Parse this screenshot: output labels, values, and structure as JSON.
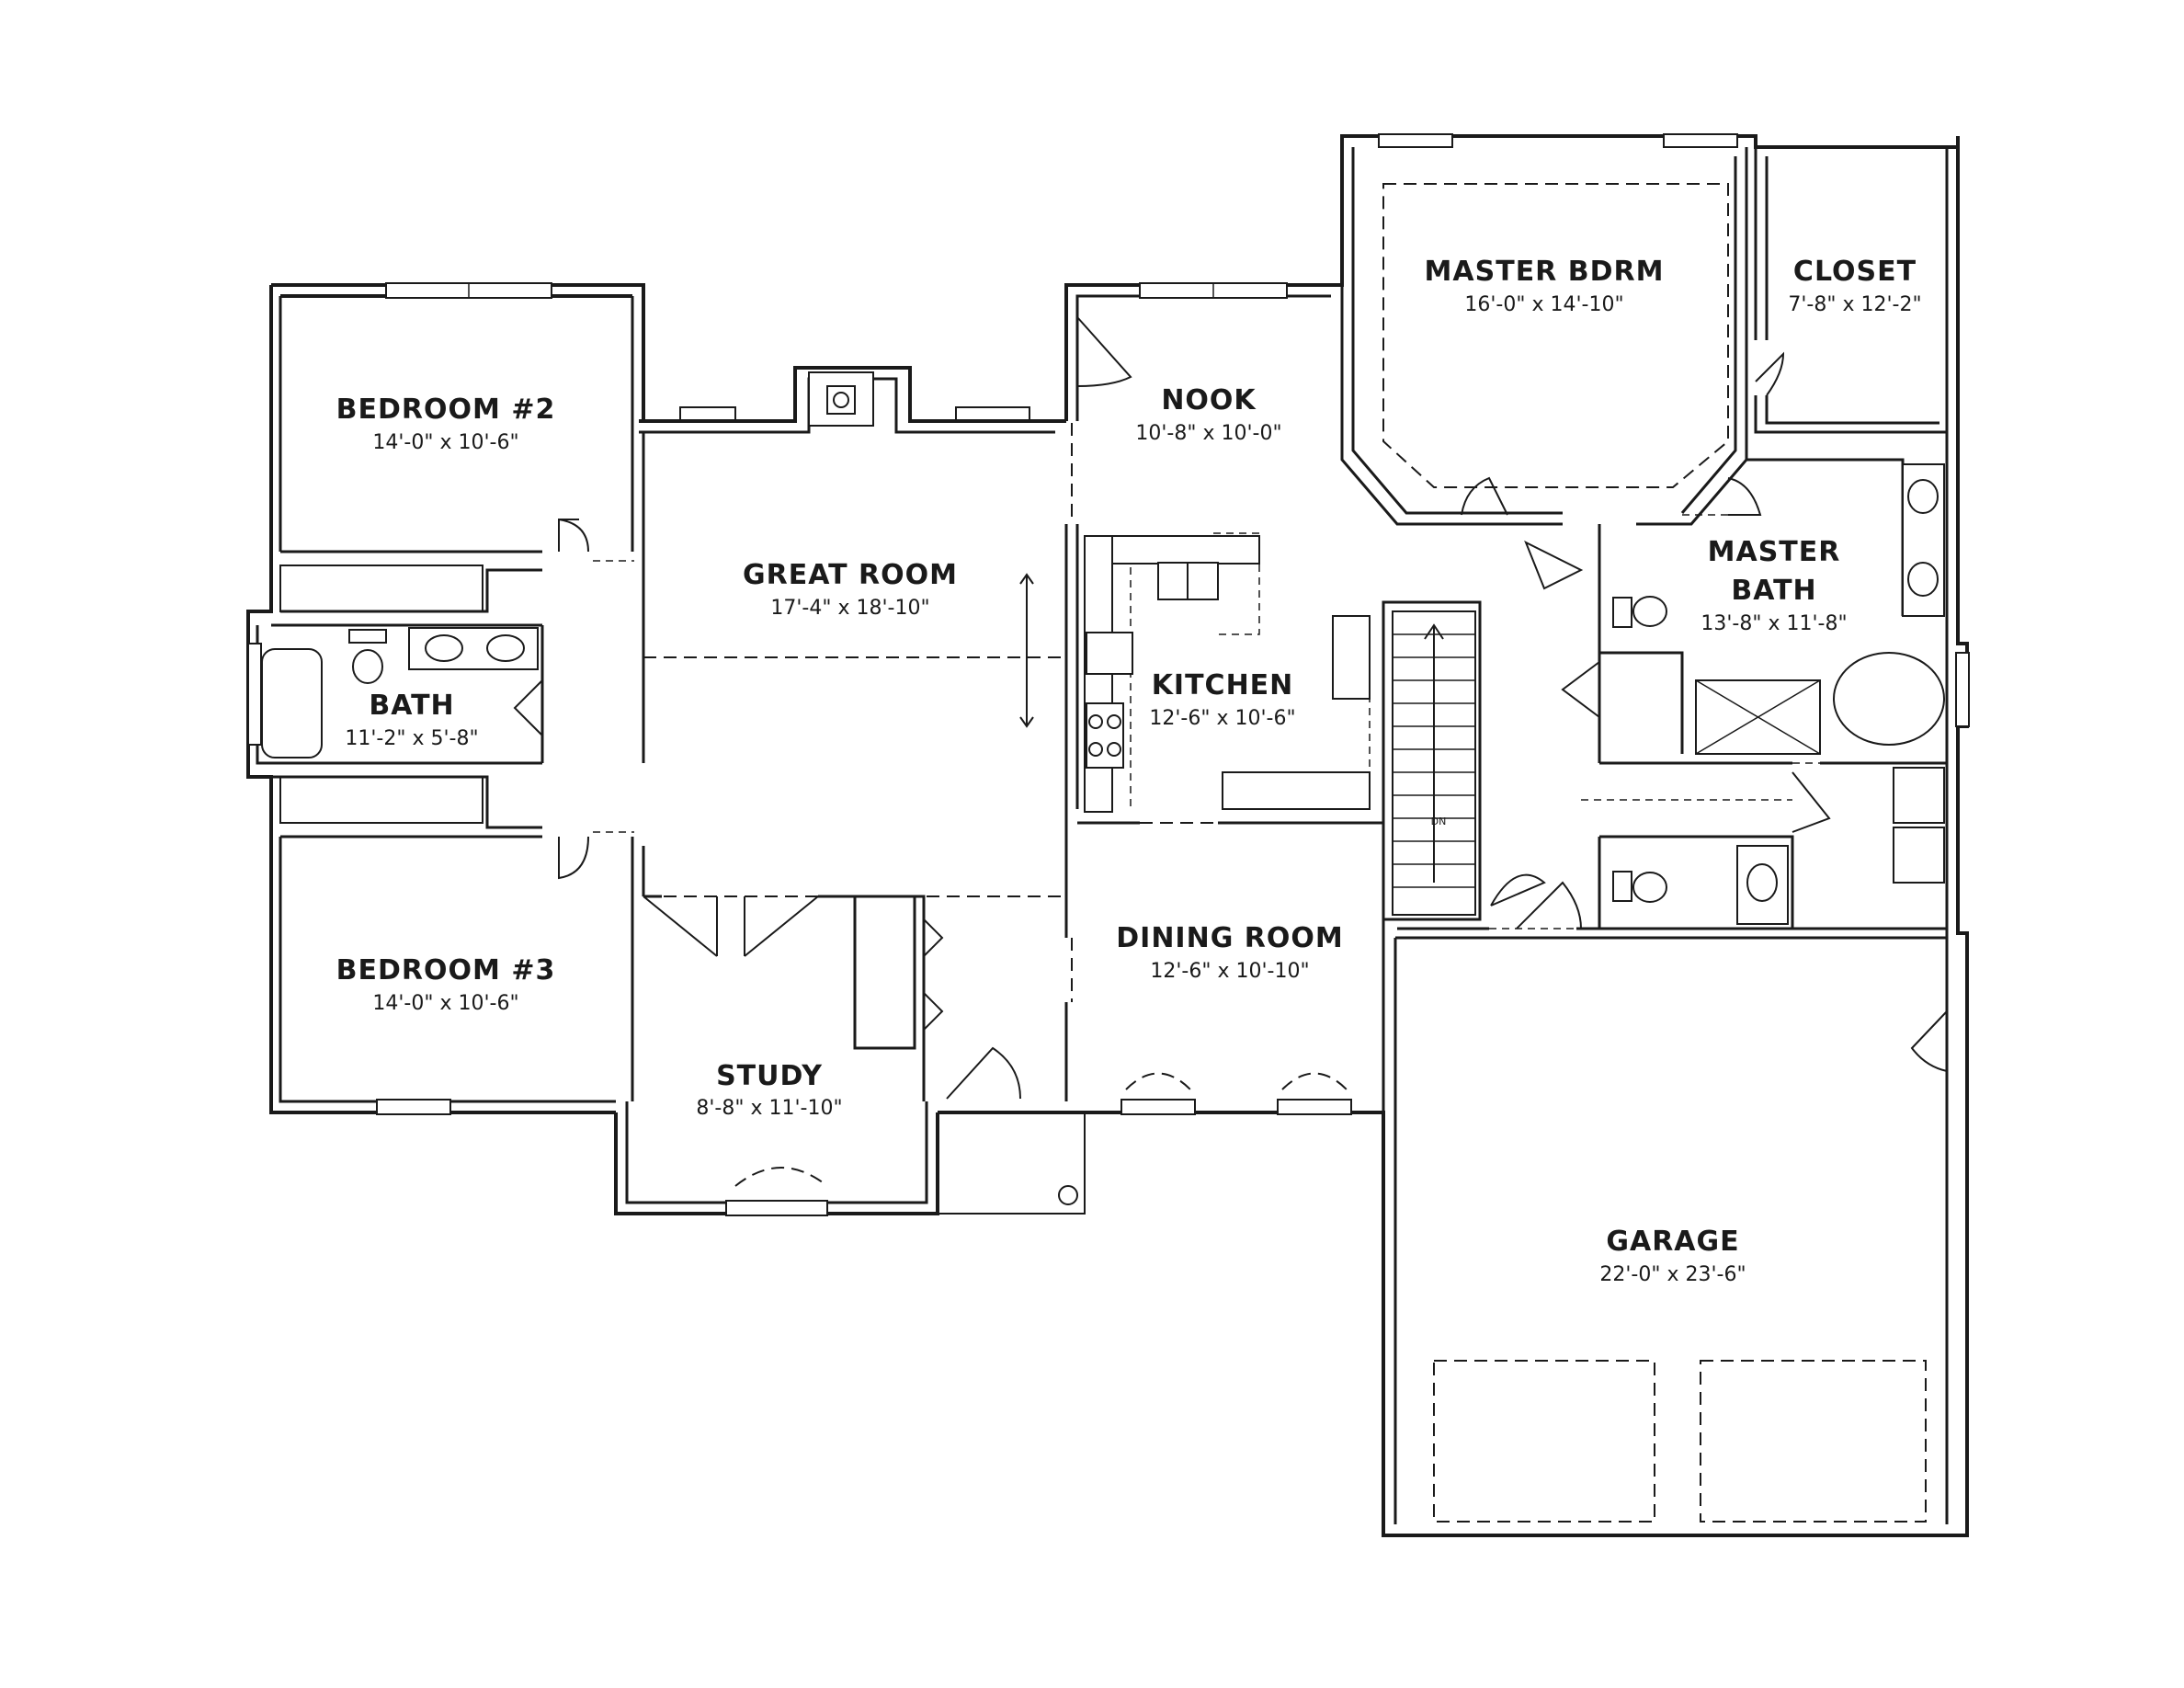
{
  "rooms": {
    "bedroom2": {
      "name": "BEDROOM #2",
      "dims": "14'-0\" x 10'-6\""
    },
    "bath": {
      "name": "BATH",
      "dims": "11'-2\" x 5'-8\""
    },
    "bedroom3": {
      "name": "BEDROOM #3",
      "dims": "14'-0\" x 10'-6\""
    },
    "great_room": {
      "name": "GREAT ROOM",
      "dims": "17'-4\" x 18'-10\""
    },
    "study": {
      "name": "STUDY",
      "dims": "8'-8\" x 11'-10\""
    },
    "nook": {
      "name": "NOOK",
      "dims": "10'-8\" x 10'-0\""
    },
    "kitchen": {
      "name": "KITCHEN",
      "dims": "12'-6\" x 10'-6\""
    },
    "dining_room": {
      "name": "DINING ROOM",
      "dims": "12'-6\" x 10'-10\""
    },
    "master_bdrm": {
      "name": "MASTER BDRM",
      "dims": "16'-0\" x 14'-10\""
    },
    "closet": {
      "name": "CLOSET",
      "dims": "7'-8\" x 12'-2\""
    },
    "master_bath": {
      "name_line1": "MASTER",
      "name_line2": "BATH",
      "dims": "13'-8\" x 11'-8\""
    },
    "garage": {
      "name": "GARAGE",
      "dims": "22'-0\" x 23'-6\""
    }
  },
  "stair": {
    "label": "DN"
  }
}
